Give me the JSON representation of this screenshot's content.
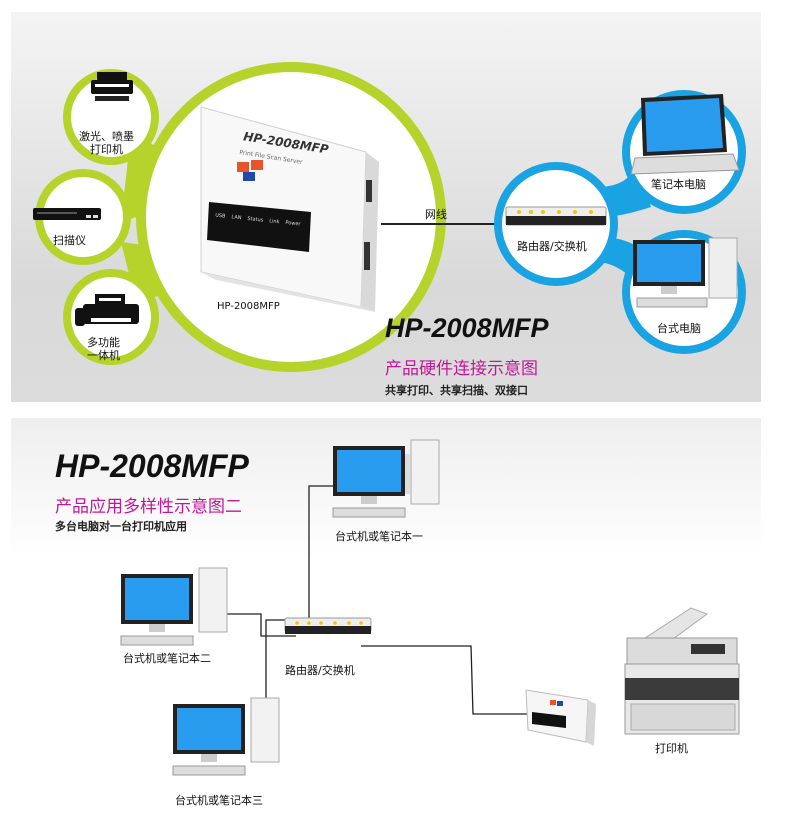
{
  "colors": {
    "lime": "#b5d32a",
    "cyan": "#1aa3e2",
    "magenta": "#c2179a"
  },
  "panel1": {
    "devices_left": [
      {
        "icon": "printer-icon",
        "label1": "激光、喷墨",
        "label2": "打印机"
      },
      {
        "icon": "scanner-icon",
        "label1": "扫描仪",
        "label2": ""
      },
      {
        "icon": "multifunction-printer-icon",
        "label1": "多功能",
        "label2": "一体机"
      }
    ],
    "server_brand": "HP-2008MFP",
    "server_subtitle": "Print File Scan Server",
    "server_ports": [
      "USB",
      "LAN",
      "Status",
      "Link",
      "Power"
    ],
    "server_label": "HP-2008MFP",
    "cable_label": "网线",
    "router_label": "路由器/交换机",
    "laptop_label": "笔记本电脑",
    "desktop_label": "台式电脑",
    "title": "HP-2008MFP",
    "subtitle": "产品硬件连接示意图",
    "tagline": "共享打印、共享扫描、双接口"
  },
  "panel2": {
    "title": "HP-2008MFP",
    "subtitle": "产品应用多样性示意图二",
    "tagline": "多台电脑对一台打印机应用",
    "pc1_label": "台式机或笔记本一",
    "pc2_label": "台式机或笔记本二",
    "pc3_label": "台式机或笔记本三",
    "router_label": "路由器/交换机",
    "printer_label": "打印机"
  }
}
